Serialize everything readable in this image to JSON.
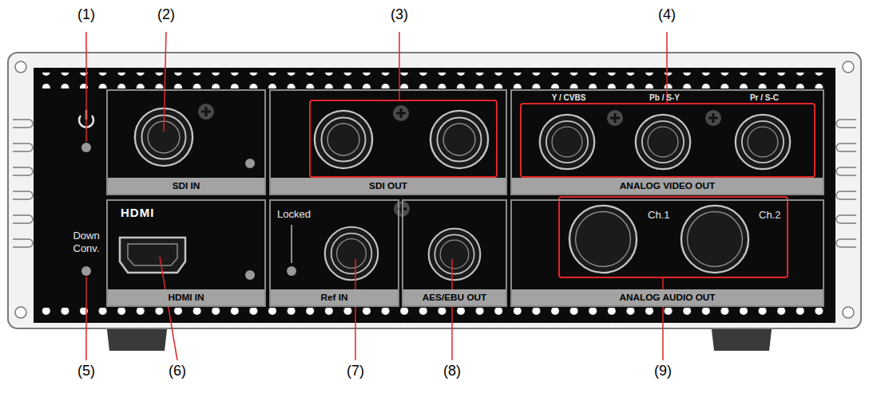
{
  "diagram": {
    "nodes": [
      {
        "text": [
          "SDI IN"
        ]
      },
      {
        "text": [
          "SDI OUT"
        ]
      },
      {
        "text": [
          "Y / CVBS",
          "Pb / S-Y",
          "Pr / S-C",
          "ANALOG VIDEO OUT"
        ]
      },
      {
        "text": [
          "HDMI",
          "HDMI IN"
        ]
      },
      {
        "text": [
          "Locked",
          "Ref IN"
        ]
      },
      {
        "text": [
          "AES/EBU OUT"
        ]
      },
      {
        "text": [
          "Ch.1",
          "Ch.2",
          "ANALOG AUDIO OUT"
        ]
      }
    ],
    "labels": [
      "(1)",
      "(2)",
      "(3)",
      "(4)",
      "(5)",
      "(6)",
      "(7)",
      "(8)",
      "(9)",
      "Down Conv."
    ]
  }
}
